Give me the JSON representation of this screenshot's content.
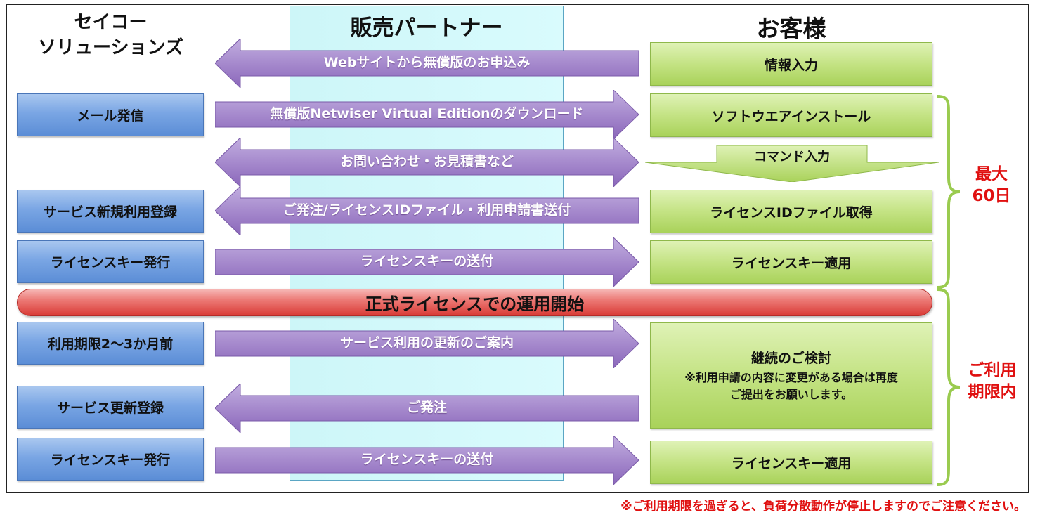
{
  "headers": {
    "seiko_line1": "セイコー",
    "seiko_line2": "ソリューションズ",
    "partner": "販売パートナー",
    "customer": "お客様"
  },
  "seiko_boxes": {
    "mail": "メール発信",
    "register": "サービス新規利用登録",
    "keyissue1": "ライセンスキー発行",
    "period": "利用期限2～3か月前",
    "renew": "サービス更新登録",
    "keyissue2": "ライセンスキー発行"
  },
  "arrows": {
    "web_apply": "Webサイトから無償版のお申込み",
    "download": "無償版Netwiser Virtual Editionのダウンロード",
    "inquiry": "お問い合わせ・お見積書など",
    "order": "ご発注/ライセンスIDファイル・利用申請書送付",
    "key_send1": "ライセンスキーの送付",
    "renew_info": "サービス利用の更新のご案内",
    "order2": "ご発注",
    "key_send2": "ライセンスキーの送付"
  },
  "customer_boxes": {
    "info_input": "情報入力",
    "install": "ソフトウエアインストール",
    "command": "コマンド入力",
    "license_id": "ライセンスIDファイル取得",
    "key_apply1": "ライセンスキー適用",
    "continue_title": "継続のご検討",
    "continue_note1": "※利用申請の内容に変更がある場合は再度",
    "continue_note2": "ご提出をお願いします。",
    "key_apply2": "ライセンスキー適用"
  },
  "start_bar": "正式ライセンスでの運用開始",
  "braces": {
    "max_line1": "最大",
    "max_line2": "60日",
    "within_line1": "ご利用",
    "within_line2": "期限内"
  },
  "footnote": "※ご利用期限を過ぎると、負荷分散動作が停止しますのでご注意ください。",
  "colors": {
    "seiko_box": "#6f9ce0",
    "customer_box": "#c0e07e",
    "arrow": "#9a7bc4",
    "partner_band": "#d4f8fa",
    "start_bar": "#e35a55",
    "accent_red": "#e01010",
    "brace": "#9acb4f"
  }
}
